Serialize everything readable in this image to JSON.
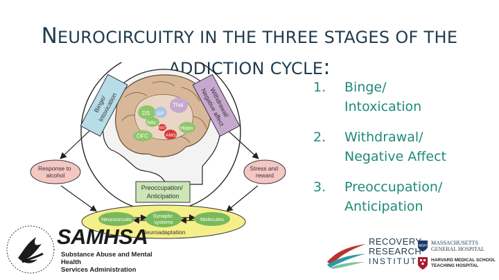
{
  "title": {
    "line1_initial": "N",
    "line1_rest": "EUROCIRCUITRY IN THE THREE STAGES OF THE",
    "line2_rest": "ADDICTION CYCLE",
    "line2_colon": ":"
  },
  "stages": [
    {
      "num": "1.",
      "text": "Binge/\nIntoxication"
    },
    {
      "num": "2.",
      "text": "Withdrawal/\nNegative Affect"
    },
    {
      "num": "3.",
      "text": "Preoccupation/\nAnticipation"
    }
  ],
  "diagram": {
    "banner_binge": "Binge/\nIntoxication",
    "banner_withdrawal": "Withdrawal/\nNegative affect",
    "banner_preoccupation": "Preoccupation/\nAnticipation",
    "response_to_alcohol": "Response to\nalcohol",
    "stress_and_reward": "Stress and\nreward",
    "neurocircuits": "Neurocircuits",
    "synaptic_systems": "Synaptic\nsystems",
    "molecules": "Molecules",
    "neuroadaptation": "Neuroadaptation",
    "brain_labels": {
      "ds": "DS",
      "gp": "GP",
      "thal": "Thal",
      "nac": "NAc",
      "ofc": "OFC",
      "hippo": "Hippo",
      "amg": "AMG",
      "bnst": "BNST"
    }
  },
  "logos": {
    "samhsa_name": "SAMHSA",
    "samhsa_sub": "Substance Abuse and Mental Health\nServices Administration",
    "rri_line1": "RECOVERY",
    "rri_line2": "RESEARCH",
    "rri_line3": "INSTITUTE",
    "mgh": "MASSACHUSETTS\nGENERAL HOSPITAL",
    "hms": "HARVARD MEDICAL SCHOOL\nTEACHING HOSPITAL"
  },
  "colors": {
    "title": "#1f3b4d",
    "stage_text": "#1f8a78",
    "banner_blue": "#b6dde8",
    "banner_purple": "#c7a9d0",
    "banner_green": "#cde6b8",
    "oval_pink": "#f4c7c3",
    "ellipse_yellow": "#f5ef8a",
    "green_node": "#79b95b"
  }
}
